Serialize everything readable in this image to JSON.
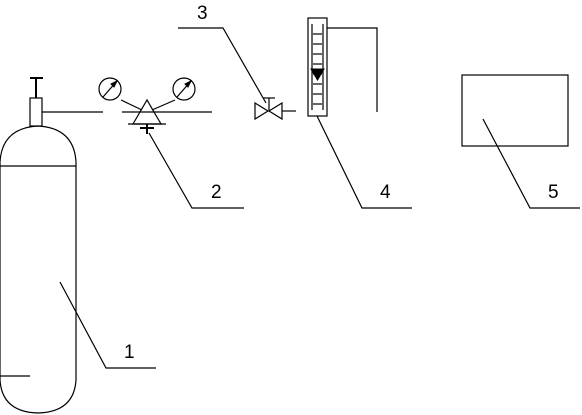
{
  "labels": {
    "cylinder": "1",
    "regulator": "2",
    "valve": "3",
    "flowmeter": "4",
    "box": "5"
  },
  "colors": {
    "stroke": "#000000",
    "background": "#ffffff"
  },
  "icons": [
    "gas-cylinder-icon",
    "pressure-gauge-icon",
    "pressure-regulator-icon",
    "needle-valve-icon",
    "rotameter-icon",
    "box-icon"
  ]
}
